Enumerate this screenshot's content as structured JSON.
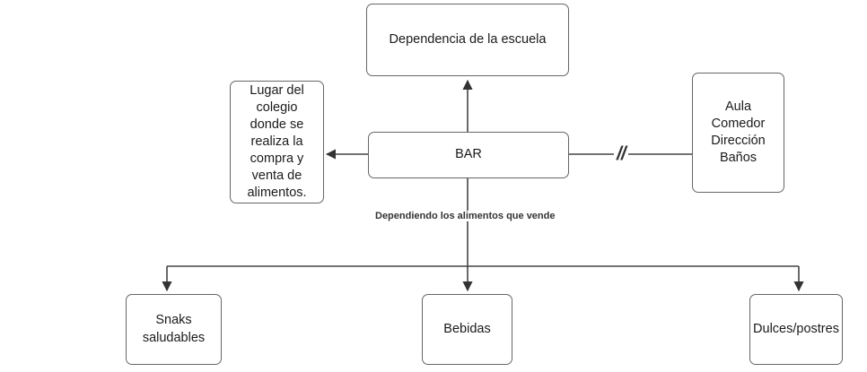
{
  "diagram": {
    "title_node": "Dependencia de la escuela",
    "nodes": [
      {
        "id": "dependencia",
        "label": "Dependencia de la escuela"
      },
      {
        "id": "lugar",
        "label": "Lugar del\ncolegio\ndonde se\nrealiza la\ncompra y\nventa de\nalimentos."
      },
      {
        "id": "bar",
        "label": "BAR"
      },
      {
        "id": "aula",
        "label": "Aula\nComedor\nDirección\nBaños"
      },
      {
        "id": "snaks",
        "label": "Snaks\nsaludables"
      },
      {
        "id": "bebidas",
        "label": "Bebidas"
      },
      {
        "id": "dulces",
        "label": "Dulces/postres"
      }
    ],
    "edge_labels": {
      "branch": "Dependiendo los alimentos que vende"
    },
    "markers": {
      "break": "//"
    },
    "colors": {
      "node_border": "#666666",
      "node_fill": "#ffffff",
      "edge_stroke": "#444444",
      "text": "#1a1a1a",
      "label_text": "#333333",
      "background": "#ffffff"
    }
  }
}
